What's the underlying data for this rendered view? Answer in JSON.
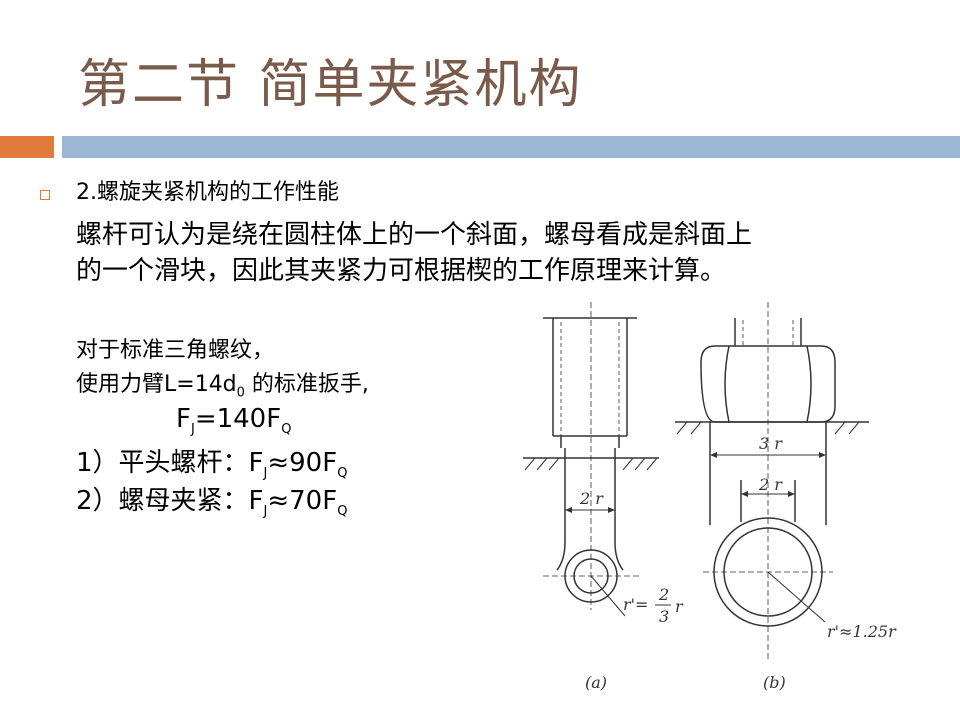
{
  "title": "第二节  简单夹紧机构",
  "bullet": {
    "heading": "2.螺旋夹紧机构的工作性能",
    "line1": "螺杆可认为是绕在圆柱体上的一个斜面，螺母看成是斜面上",
    "line2": "的一个滑块，因此其夹紧力可根据楔的工作原理来计算。"
  },
  "content": {
    "std_thread": "对于标准三角螺纹，",
    "wrench_prefix": "使用力臂L=14d",
    "wrench_sub": "0",
    "wrench_suffix": " 的标准扳手,",
    "formula_main": {
      "a": "F",
      "a_sub": "J",
      "b": "=140F",
      "b_sub": "Q"
    },
    "case1": {
      "label": "1）平头螺杆：",
      "a": "F",
      "a_sub": "J",
      "b": "≈90F",
      "b_sub": "Q"
    },
    "case2": {
      "label": "2）螺母夹紧：",
      "a": "F",
      "a_sub": "J",
      "b": "≈70F",
      "b_sub": "Q"
    }
  },
  "diagram": {
    "label_a": "(a)",
    "label_b": "(b)",
    "dim_2r_a": "2 r",
    "dim_3r": "3 r",
    "dim_2r_b": "2 r",
    "radius_a_prefix": "r'=",
    "radius_a_num": "2",
    "radius_a_den": "3",
    "radius_a_suffix": "r",
    "radius_b": "r'≈1.25r"
  },
  "colors": {
    "title": "#7a5a4a",
    "accent_orange": "#e07b3a",
    "accent_blue": "#9cb7d4"
  }
}
